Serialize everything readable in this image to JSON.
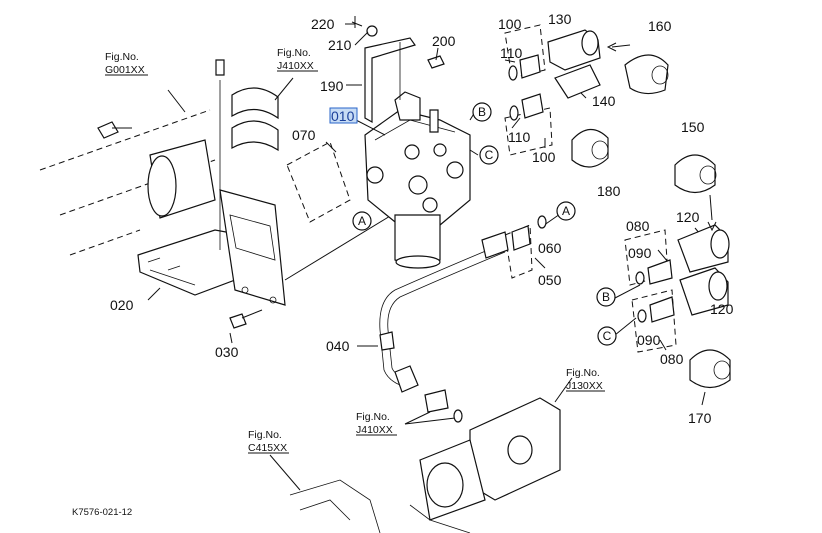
{
  "labels": {
    "p220": "220",
    "p210": "210",
    "p200": "200",
    "p190": "190",
    "p010": "010",
    "p070": "070",
    "p100a": "100",
    "p100b": "100",
    "p110a": "110",
    "p110b": "110",
    "p130": "130",
    "p140": "140",
    "p160": "160",
    "p150": "150",
    "p180": "180",
    "p080a": "080",
    "p080b": "080",
    "p090a": "090",
    "p090b": "090",
    "p120a": "120",
    "p120b": "120",
    "p060": "060",
    "p050": "050",
    "p040": "040",
    "p020": "020",
    "p030": "030",
    "p170": "170"
  },
  "circles": {
    "a1": "A",
    "a2": "A",
    "b1": "B",
    "b2": "B",
    "c1": "C",
    "c2": "C"
  },
  "figrefs": {
    "g001_title": "Fig.No.",
    "g001_code": "G001XX",
    "j410_top_title": "Fig.No.",
    "j410_top_code": "J410XX",
    "j130_title": "Fig.No.",
    "j130_code": "J130XX",
    "j410_bot_title": "Fig.No.",
    "j410_bot_code": "J410XX",
    "c415_title": "Fig.No.",
    "c415_code": "C415XX"
  },
  "footer": {
    "code": "K7576-021-12"
  },
  "colors": {
    "highlight_fill": "#c7dcf5",
    "highlight_stroke": "#2a64c9"
  }
}
